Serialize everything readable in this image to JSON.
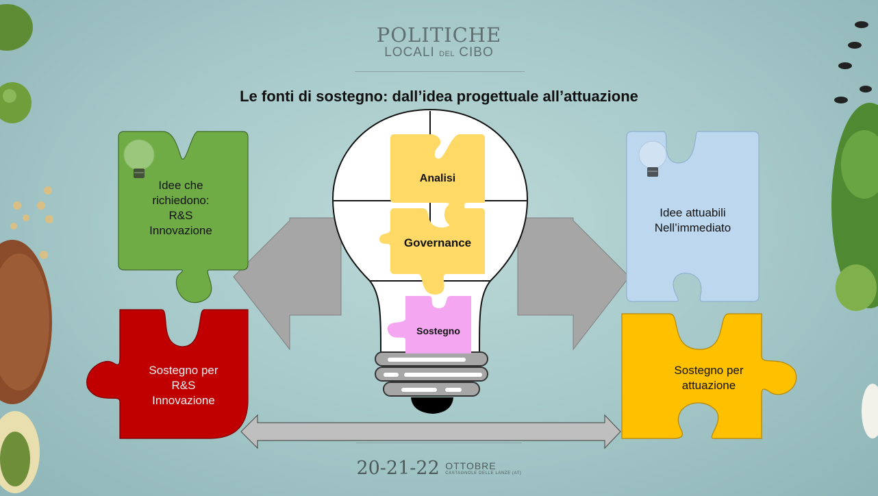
{
  "header": {
    "brand_line1": "POLITICHE",
    "brand_line2_a": "LOCALI",
    "brand_line2_b": "DEL",
    "brand_line2_c": "CIBO"
  },
  "title": "Le fonti di sostegno: dall’idea progettuale all’attuazione",
  "pieces": {
    "green": {
      "lines": [
        "Idee che",
        "richiedono:",
        "R&S",
        "Innovazione"
      ],
      "color": "#6fac46",
      "icon": "lightbulb-icon"
    },
    "blue": {
      "lines": [
        "Idee attuabili",
        "Nell’immediato"
      ],
      "color": "#bdd7ee",
      "icon": "lightbulb-icon"
    },
    "red": {
      "lines": [
        "Sostegno per",
        "R&S",
        "Innovazione"
      ],
      "color": "#c00000"
    },
    "orange": {
      "lines": [
        "Sostegno per",
        "attuazione"
      ],
      "color": "#ffc000"
    }
  },
  "bulb": {
    "analisi": "Analisi",
    "governance": "Governance",
    "sostegno": "Sostegno",
    "puzzle_color": "#ffd966",
    "sostegno_color": "#f4a7f0"
  },
  "footer": {
    "dates": "20-21-22",
    "month": "OTTOBRE",
    "place": "CASTAGNOLE DELLE LANZE (AT)"
  }
}
